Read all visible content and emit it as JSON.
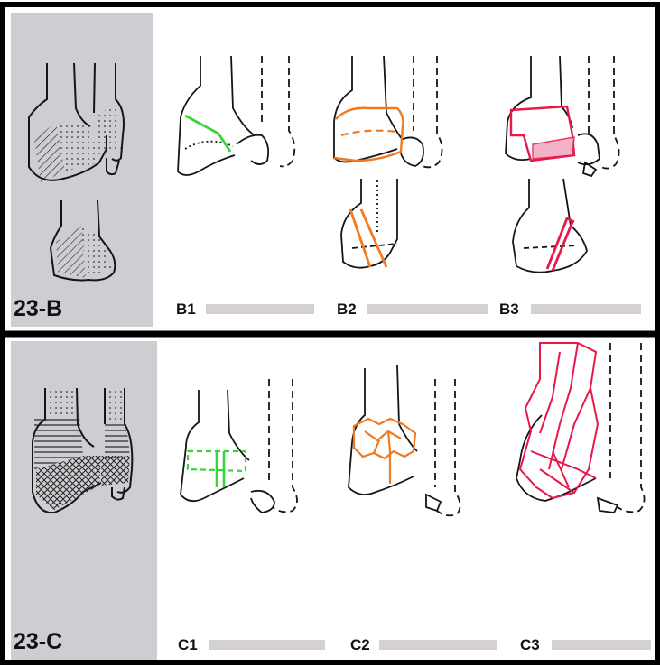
{
  "rows": [
    {
      "code": "23-B",
      "subtypes": [
        {
          "label": "B1",
          "fracture_color": "#39d43a"
        },
        {
          "label": "B2",
          "fracture_color": "#f07a22"
        },
        {
          "label": "B3",
          "fracture_color": "#e8184a"
        }
      ]
    },
    {
      "code": "23-C",
      "subtypes": [
        {
          "label": "C1",
          "fracture_color": "#39d43a"
        },
        {
          "label": "C2",
          "fracture_color": "#f07a22"
        },
        {
          "label": "C3",
          "fracture_color": "#e8184a"
        }
      ]
    }
  ],
  "colors": {
    "panel_gray": "#cfcdd2",
    "border": "#000000",
    "ink": "#151515"
  }
}
